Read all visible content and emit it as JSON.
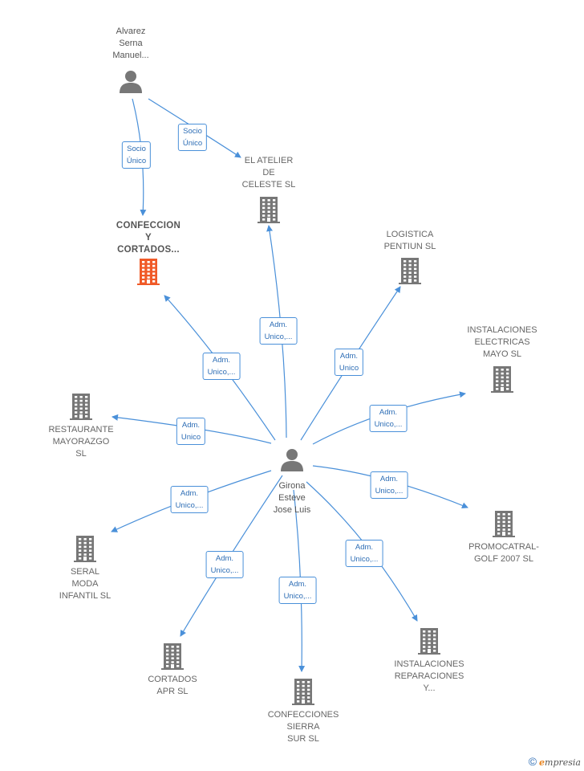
{
  "colors": {
    "edge": "#4a90d9",
    "icon": "#777777",
    "highlight": "#f05a28"
  },
  "nodes": [
    {
      "id": "center",
      "kind": "person",
      "label": "Girona\nEsteve\nJose Luis"
    },
    {
      "id": "alvarez",
      "kind": "person",
      "label": "Alvarez\nSerna\nManuel..."
    },
    {
      "id": "confeccion",
      "kind": "company",
      "highlight": true,
      "label": "CONFECCION\nY\nCORTADOS..."
    },
    {
      "id": "atelier",
      "kind": "company",
      "label": "EL ATELIER\nDE\nCELESTE SL"
    },
    {
      "id": "logistica",
      "kind": "company",
      "label": "LOGISTICA\nPENTIUN SL"
    },
    {
      "id": "instelec",
      "kind": "company",
      "label": "INSTALACIONES\nELECTRICAS\nMAYO SL"
    },
    {
      "id": "restaurante",
      "kind": "company",
      "label": "RESTAURANTE\nMAYORAZGO\nSL"
    },
    {
      "id": "promocatral",
      "kind": "company",
      "label": "PROMOCATRAL-\nGOLF 2007 SL"
    },
    {
      "id": "seral",
      "kind": "company",
      "label": "SERAL\nMODA\nINFANTIL SL"
    },
    {
      "id": "cortados",
      "kind": "company",
      "label": "CORTADOS\nAPR SL"
    },
    {
      "id": "sierra",
      "kind": "company",
      "label": "CONFECCIONES\nSIERRA\nSUR SL"
    },
    {
      "id": "instrep",
      "kind": "company",
      "label": "INSTALACIONES\nREPARACIONES\nY..."
    }
  ],
  "edges": [
    {
      "from": "alvarez",
      "to": "confeccion",
      "label": "Socio\nÚnico"
    },
    {
      "from": "alvarez",
      "to": "atelier",
      "label": "Socio\nÚnico"
    },
    {
      "from": "center",
      "to": "atelier",
      "label": "Adm.\nUnico,..."
    },
    {
      "from": "center",
      "to": "confeccion",
      "label": "Adm.\nUnico,..."
    },
    {
      "from": "center",
      "to": "logistica",
      "label": "Adm.\nUnico"
    },
    {
      "from": "center",
      "to": "instelec",
      "label": "Adm.\nUnico,..."
    },
    {
      "from": "center",
      "to": "restaurante",
      "label": "Adm.\nUnico"
    },
    {
      "from": "center",
      "to": "promocatral",
      "label": "Adm.\nUnico,..."
    },
    {
      "from": "center",
      "to": "seral",
      "label": "Adm.\nUnico,..."
    },
    {
      "from": "center",
      "to": "cortados",
      "label": "Adm.\nUnico,..."
    },
    {
      "from": "center",
      "to": "sierra",
      "label": "Adm.\nUnico,..."
    },
    {
      "from": "center",
      "to": "instrep",
      "label": "Adm.\nUnico,..."
    }
  ],
  "footer": {
    "copyright": "©",
    "brand_initial": "e",
    "brand_rest": "mpresia"
  }
}
